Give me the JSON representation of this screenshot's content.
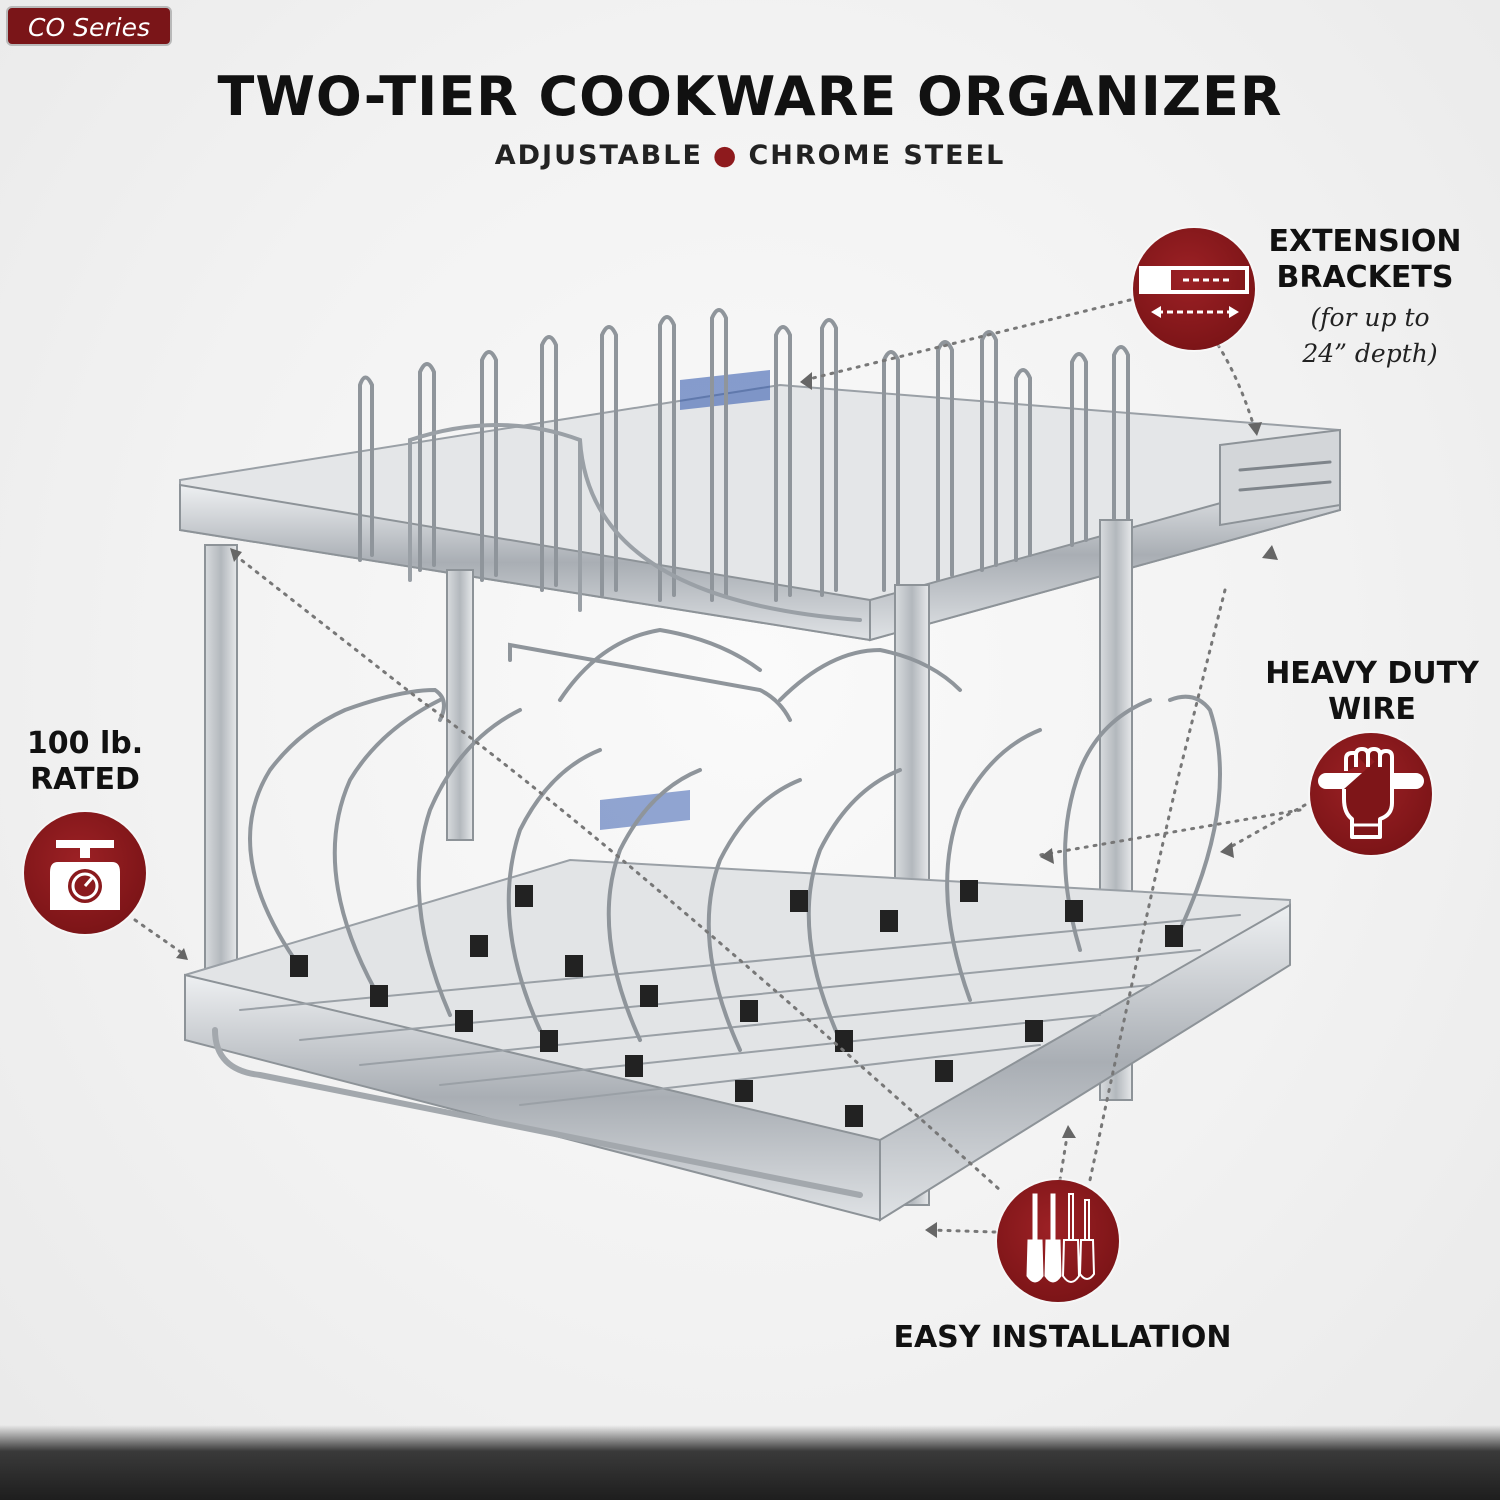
{
  "badge": {
    "label": "CO Series"
  },
  "header": {
    "title": "TWO-TIER COOKWARE ORGANIZER",
    "subtitle_left": "ADJUSTABLE",
    "subtitle_right": "CHROME STEEL"
  },
  "features": {
    "extension": {
      "title_line1": "EXTENSION",
      "title_line2": "BRACKETS",
      "note_line1": "(for up to",
      "note_line2": "24” depth)",
      "icon": "bracket-icon"
    },
    "heavy_duty": {
      "title_line1": "HEAVY DUTY",
      "title_line2": "WIRE",
      "icon": "gripping-fist-icon"
    },
    "rated": {
      "title_line1": "100 lb.",
      "title_line2": "RATED",
      "icon": "scale-icon"
    },
    "installation": {
      "title": "EASY INSTALLATION",
      "icon": "screwdrivers-icon"
    }
  },
  "colors": {
    "accent": "#8e1a1d",
    "chrome": "#c9cdd2",
    "rail_blue": "#3b5fb0"
  }
}
